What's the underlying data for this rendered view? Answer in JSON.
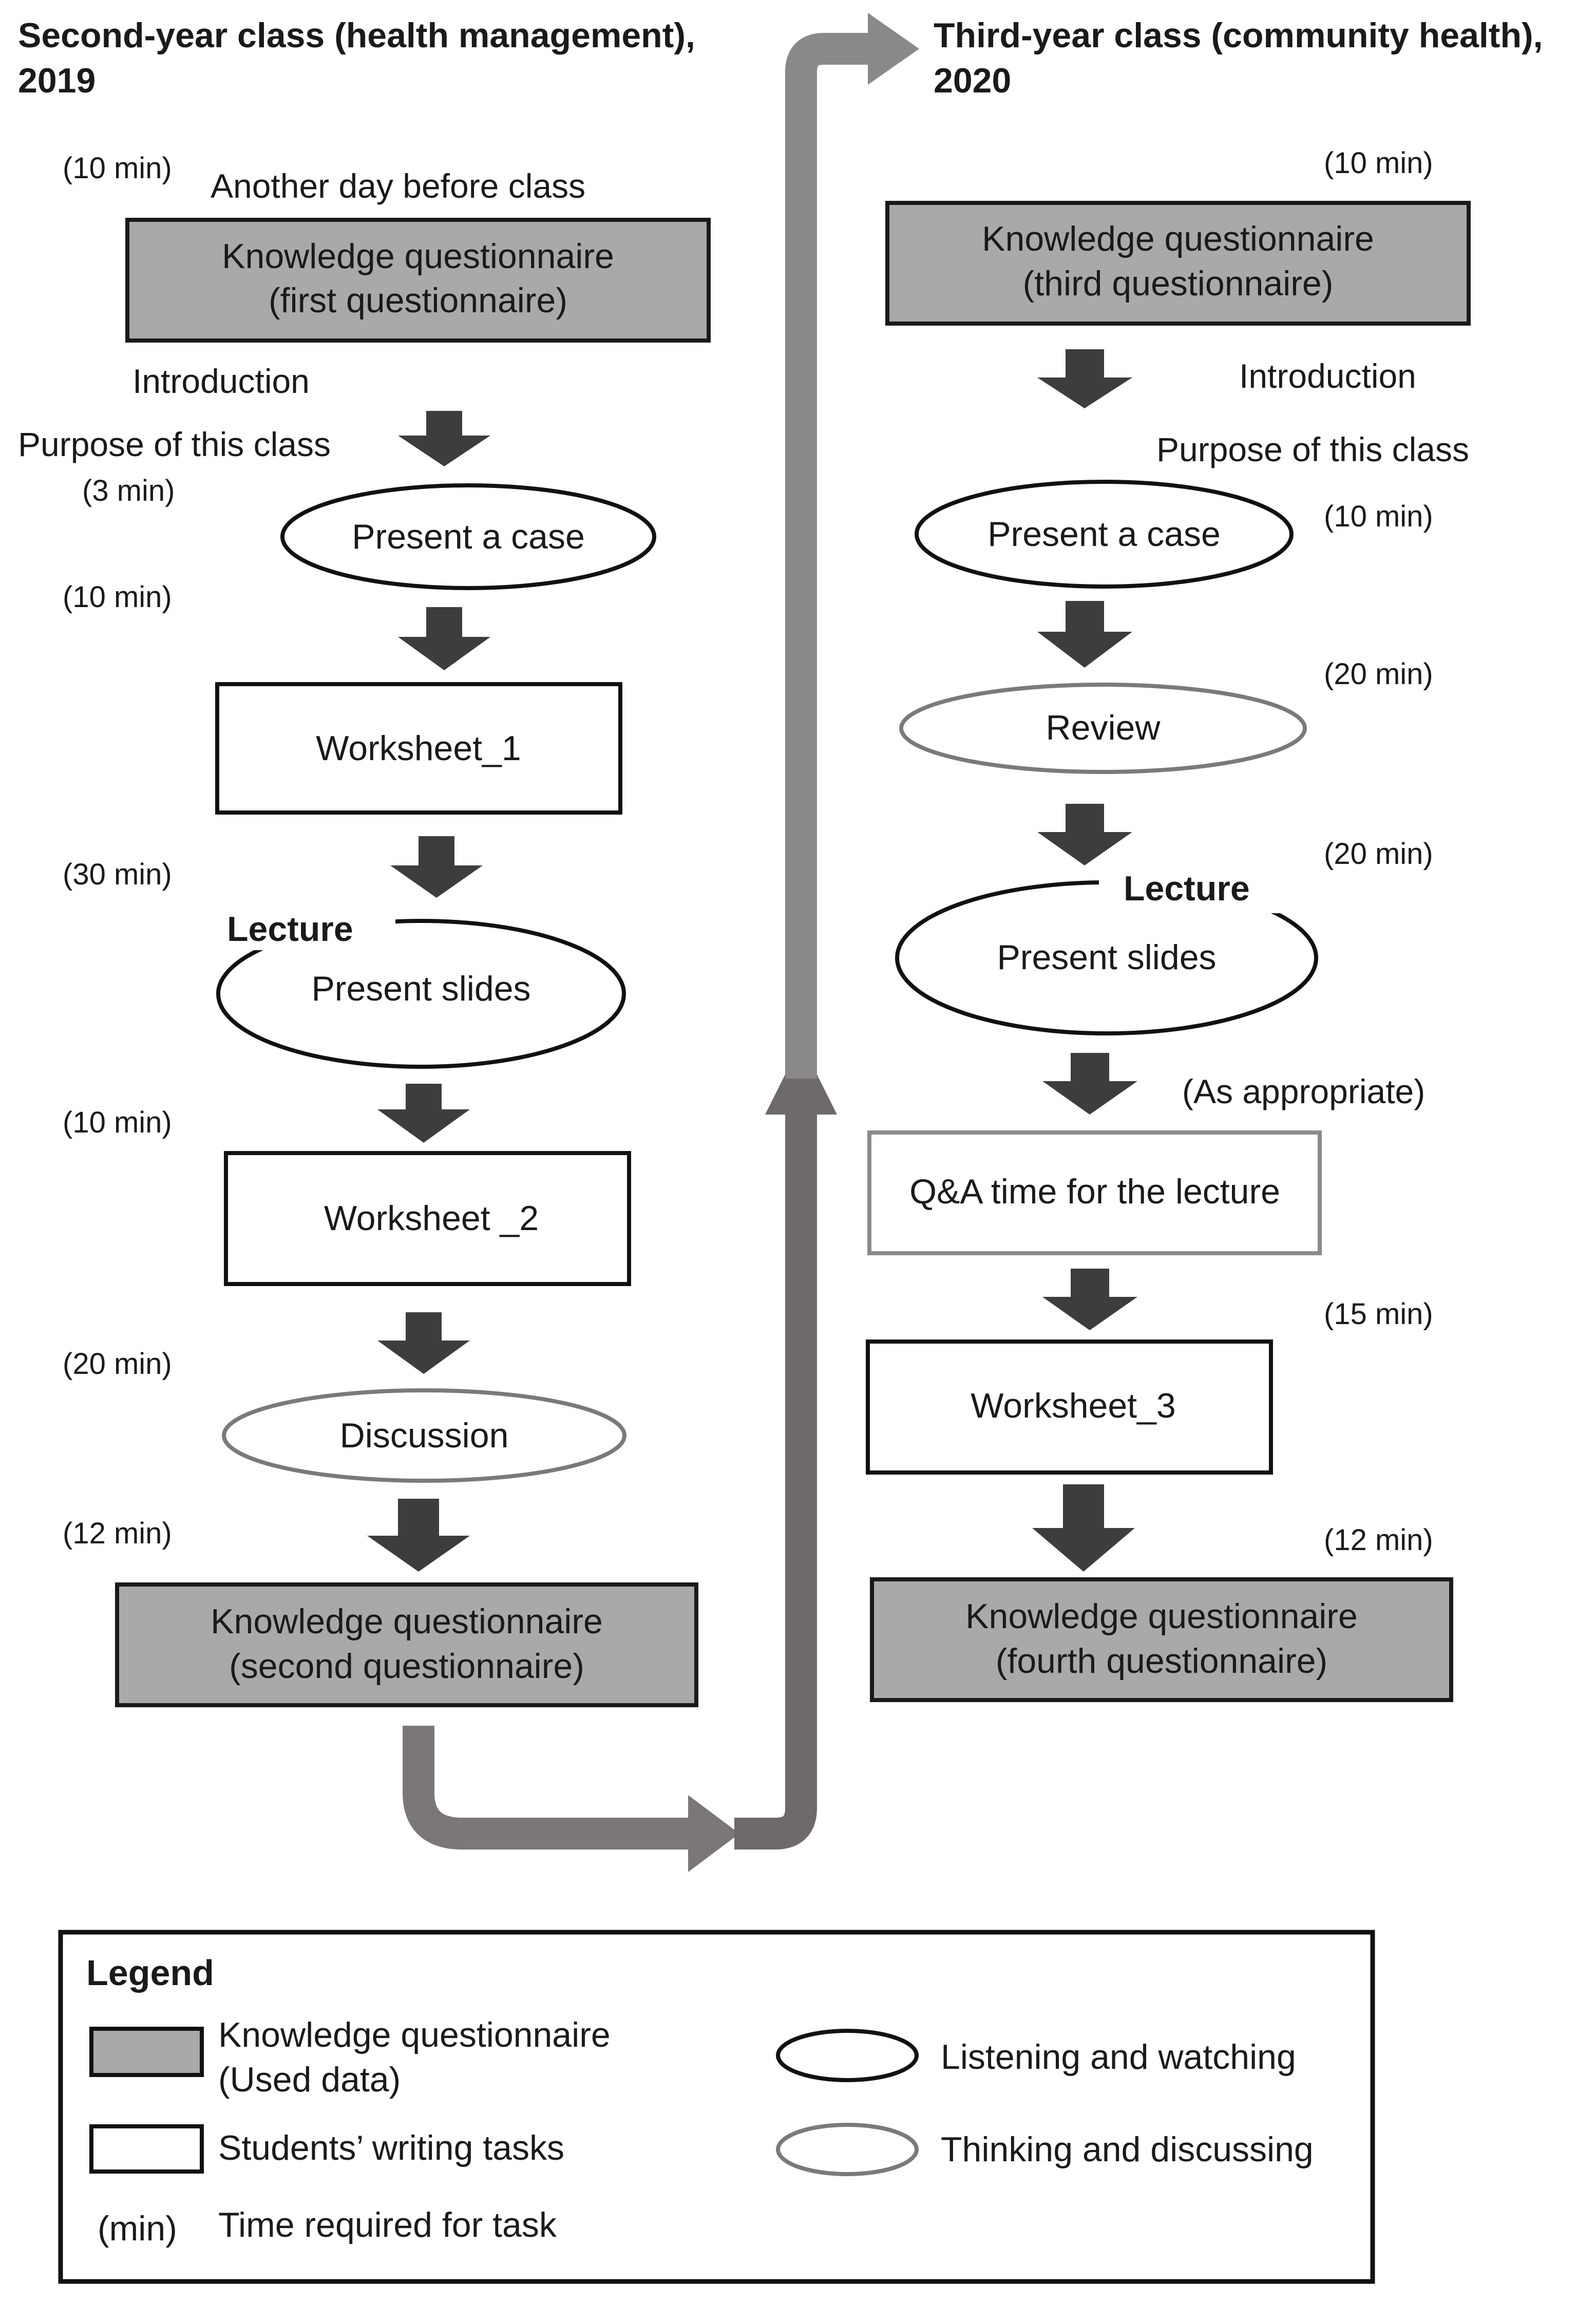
{
  "left": {
    "heading_line1": "Second-year class (health management),",
    "heading_line2": "2019",
    "t_first_q": "(10 min)",
    "before_class": "Another day before class",
    "first_q_line1": "Knowledge questionnaire",
    "first_q_line2": "(first questionnaire)",
    "introduction": "Introduction",
    "purpose": "Purpose of this class",
    "t_case": "(3 min)",
    "case": "Present a case",
    "t_ws1": "(10 min)",
    "ws1": "Worksheet_1",
    "t_lecture": "(30 min)",
    "lecture": "Lecture",
    "slides": "Present slides",
    "t_ws2": "(10 min)",
    "ws2": "Worksheet _2",
    "t_discussion": "(20 min)",
    "discussion": "Discussion",
    "t_second_q": "(12 min)",
    "second_q_line1": "Knowledge questionnaire",
    "second_q_line2": "(second questionnaire)"
  },
  "right": {
    "heading_line1": "Third-year class (community health),",
    "heading_line2": "2020",
    "t_third_q": "(10 min)",
    "third_q_line1": "Knowledge questionnaire",
    "third_q_line2": "(third questionnaire)",
    "introduction": "Introduction",
    "purpose": "Purpose of this class",
    "case": "Present a case",
    "t_case": "(10 min)",
    "t_review": "(20 min)",
    "review": "Review",
    "t_lecture": "(20 min)",
    "lecture": "Lecture",
    "slides": "Present slides",
    "as_appropriate": "(As appropriate)",
    "qa": "Q&A time for the lecture",
    "t_ws3": "(15 min)",
    "ws3": "Worksheet_3",
    "t_fourth_q": "(12 min)",
    "fourth_q_line1": "Knowledge questionnaire",
    "fourth_q_line2": "(fourth questionnaire)"
  },
  "legend": {
    "title": "Legend",
    "kq_line1": "Knowledge questionnaire",
    "kq_line2": "(Used data)",
    "writing": "Students’ writing tasks",
    "min_symbol": "(min)",
    "time_required": "Time required for task",
    "listening": "Listening and watching",
    "thinking": "Thinking and discussing"
  },
  "colors": {
    "questionnaire_fill": "#aaa8a8",
    "dark_arrow": "#3d3d3d",
    "connector_arrow": "#7b7777",
    "thinking_outline": "#7a7a7a",
    "listening_outline": "#111111"
  }
}
